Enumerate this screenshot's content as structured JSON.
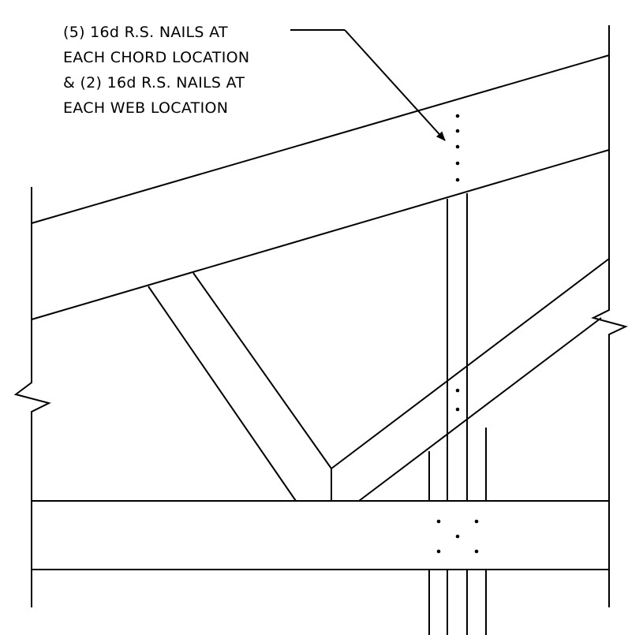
{
  "note": {
    "lines": [
      "(5) 16d R.S. NAILS AT",
      "EACH CHORD LOCATION",
      "& (2) 16d R.S. NAILS AT",
      "EACH WEB LOCATION"
    ]
  },
  "colors": {
    "line": "#000000",
    "background": "#ffffff"
  }
}
